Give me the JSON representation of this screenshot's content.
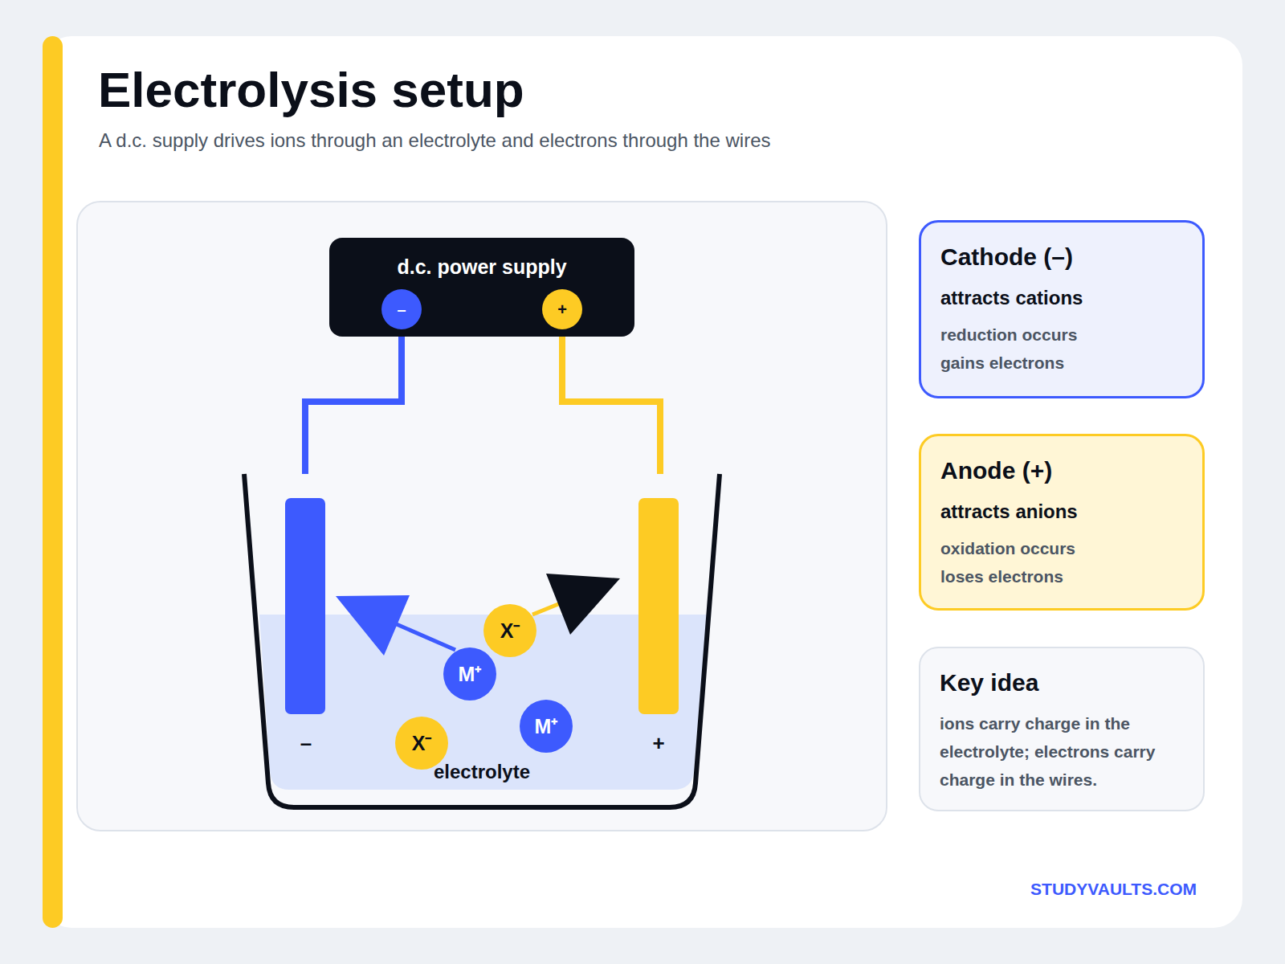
{
  "diagram": {
    "title": "Electrolysis setup",
    "caption": "A d.c. supply drives ions through an electrolyte and electrons through the wires",
    "nodes": [
      {
        "text": [
          "d.c. power supply"
        ]
      },
      {
        "text": [
          "–"
        ],
        "in": 0
      },
      {
        "text": [
          "+"
        ],
        "in": 0
      },
      {
        "text": [
          "X⁻"
        ]
      },
      {
        "text": [
          "M⁺"
        ]
      },
      {
        "text": [
          "M⁺"
        ]
      },
      {
        "text": [
          "X⁻"
        ]
      },
      {
        "text": [
          "Cathode (–)",
          "attracts cations",
          "reduction occurs",
          "gains electrons"
        ]
      },
      {
        "text": [
          "Anode (+)",
          "attracts anions",
          "oxidation occurs",
          "loses electrons"
        ]
      },
      {
        "text": [
          "Key idea",
          "ions carry charge in the electrolyte; electrons carry charge in the wires."
        ]
      }
    ],
    "labels": [
      "–",
      "+",
      "electrolyte",
      "STUDYVAULTS.COM"
    ]
  }
}
